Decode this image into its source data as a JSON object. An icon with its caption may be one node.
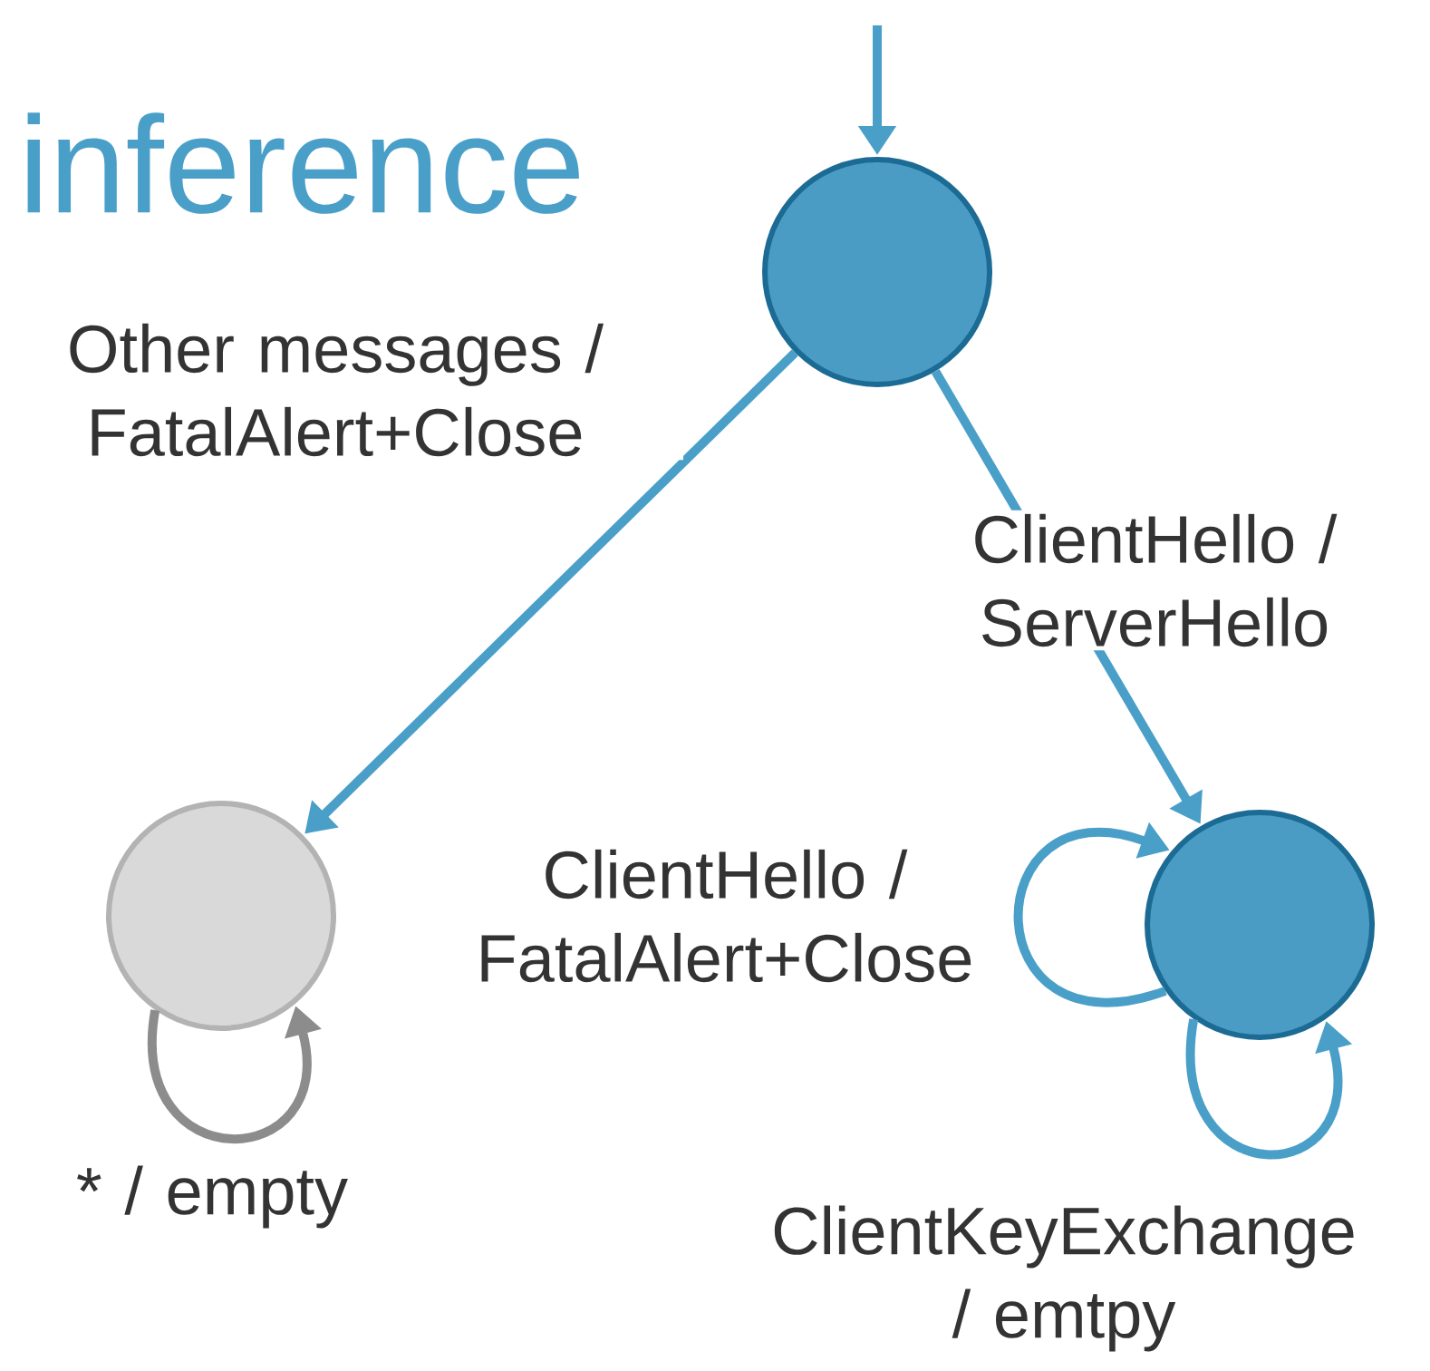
{
  "diagram": {
    "title": "inference",
    "nodes": [
      {
        "text": [],
        "shape": "circle"
      },
      {
        "text": [],
        "shape": "circle"
      },
      {
        "text": [],
        "shape": "circle"
      }
    ],
    "edges": [
      {
        "from": null,
        "to": 0,
        "arrow": "to"
      },
      {
        "from": 0,
        "to": 1,
        "arrow": "to",
        "label": "Other messages / FatalAlert+Close"
      },
      {
        "from": 0,
        "to": 2,
        "arrow": "to",
        "label": "ClientHello / ServerHello"
      },
      {
        "from": 1,
        "to": 1,
        "arrow": "to",
        "label": "* / empty",
        "color": "#8c8c8c"
      },
      {
        "from": 2,
        "to": 2,
        "arrow": "to",
        "label": "ClientHello / FatalAlert+Close"
      },
      {
        "from": 2,
        "to": 2,
        "arrow": "to",
        "label": "ClientKeyExchange / emtpy"
      }
    ]
  }
}
